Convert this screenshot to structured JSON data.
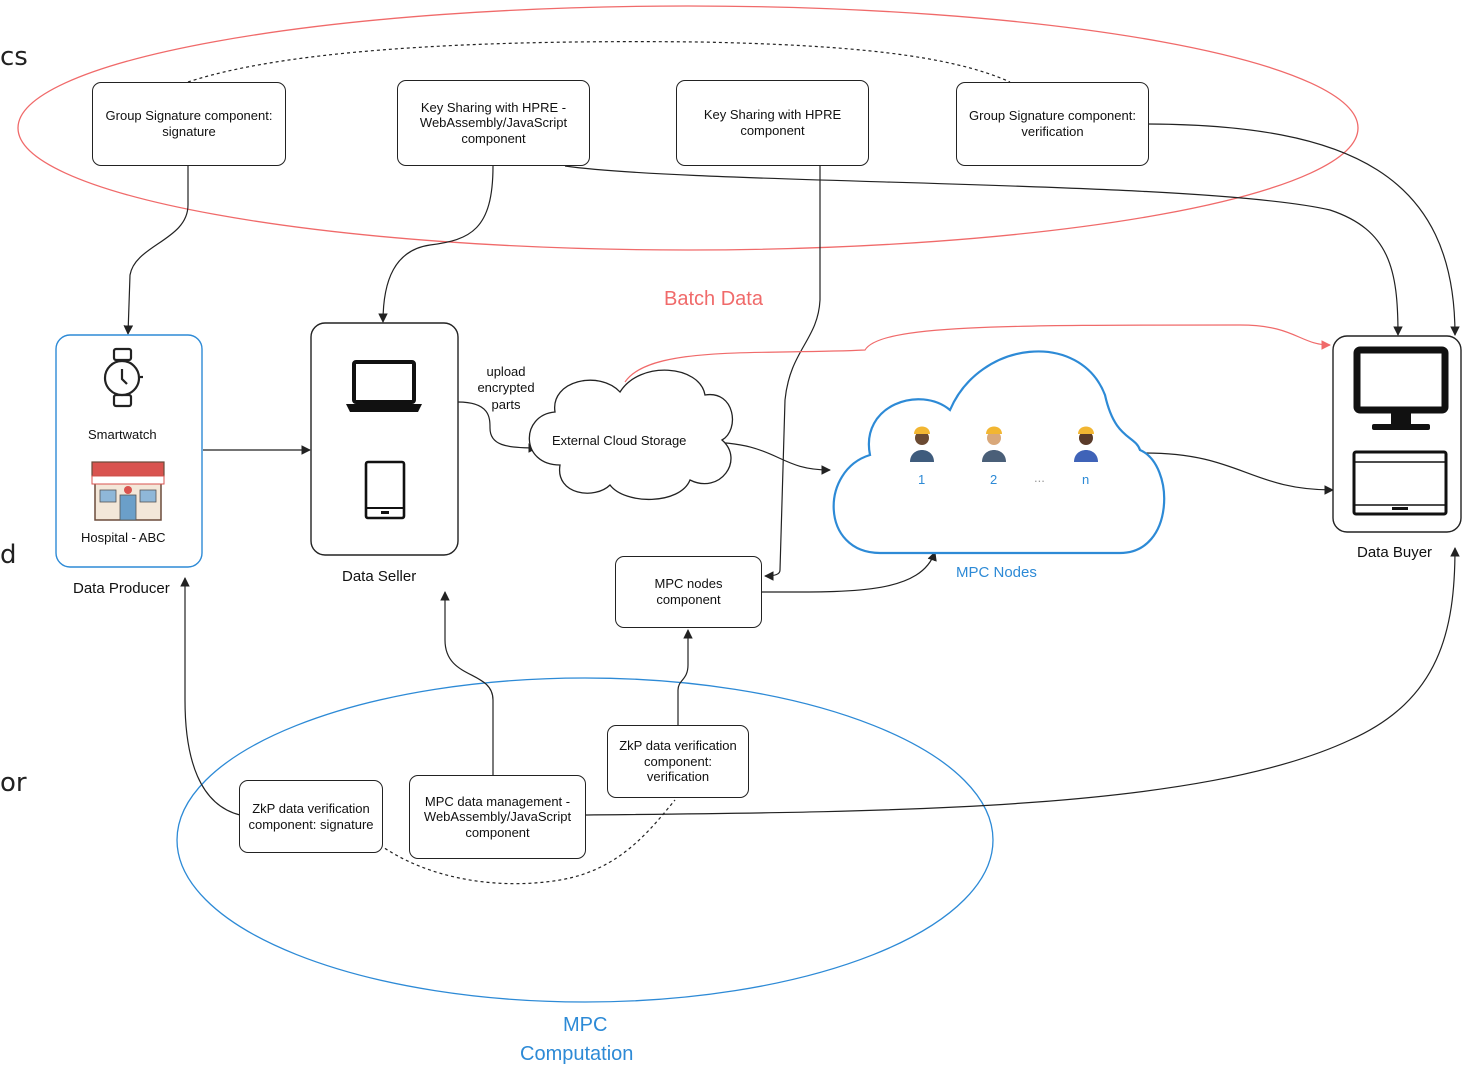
{
  "edge_fragments": {
    "left_top": "cs",
    "left_mid": "d",
    "left_low": "or"
  },
  "regions": {
    "batch_data": "Batch Data",
    "mpc_computation_line1": "MPC",
    "mpc_computation_line2": "Computation",
    "mpc_nodes": "MPC Nodes"
  },
  "components": {
    "group_sig_signature": "Group Signature component:\nsignature",
    "key_sharing_wasm": "Key Sharing with HPRE -\nWebAssembly/JavaScript\ncomponent",
    "key_sharing_hpre": "Key Sharing with HPRE\ncomponent",
    "group_sig_verification": "Group Signature component:\nverification",
    "mpc_nodes_component": "MPC nodes\ncomponent",
    "zkp_verification": "ZkP data verification\ncomponent:\nverification",
    "zkp_signature": "ZkP data verification\ncomponent: signature",
    "mpc_data_management": "MPC data management -\nWebAssembly/JavaScript\ncomponent"
  },
  "actors": {
    "data_producer": "Data Producer",
    "smartwatch": "Smartwatch",
    "hospital": "Hospital - ABC",
    "data_seller": "Data Seller",
    "data_buyer": "Data Buyer"
  },
  "cloud": {
    "label": "External Cloud Storage",
    "upload_label": "upload\nencrypted\nparts"
  },
  "mpc_node_labels": [
    "1",
    "2",
    "...",
    "n"
  ],
  "colors": {
    "red": "#f06a6a",
    "blue": "#2d8ad6",
    "line": "#222222"
  }
}
